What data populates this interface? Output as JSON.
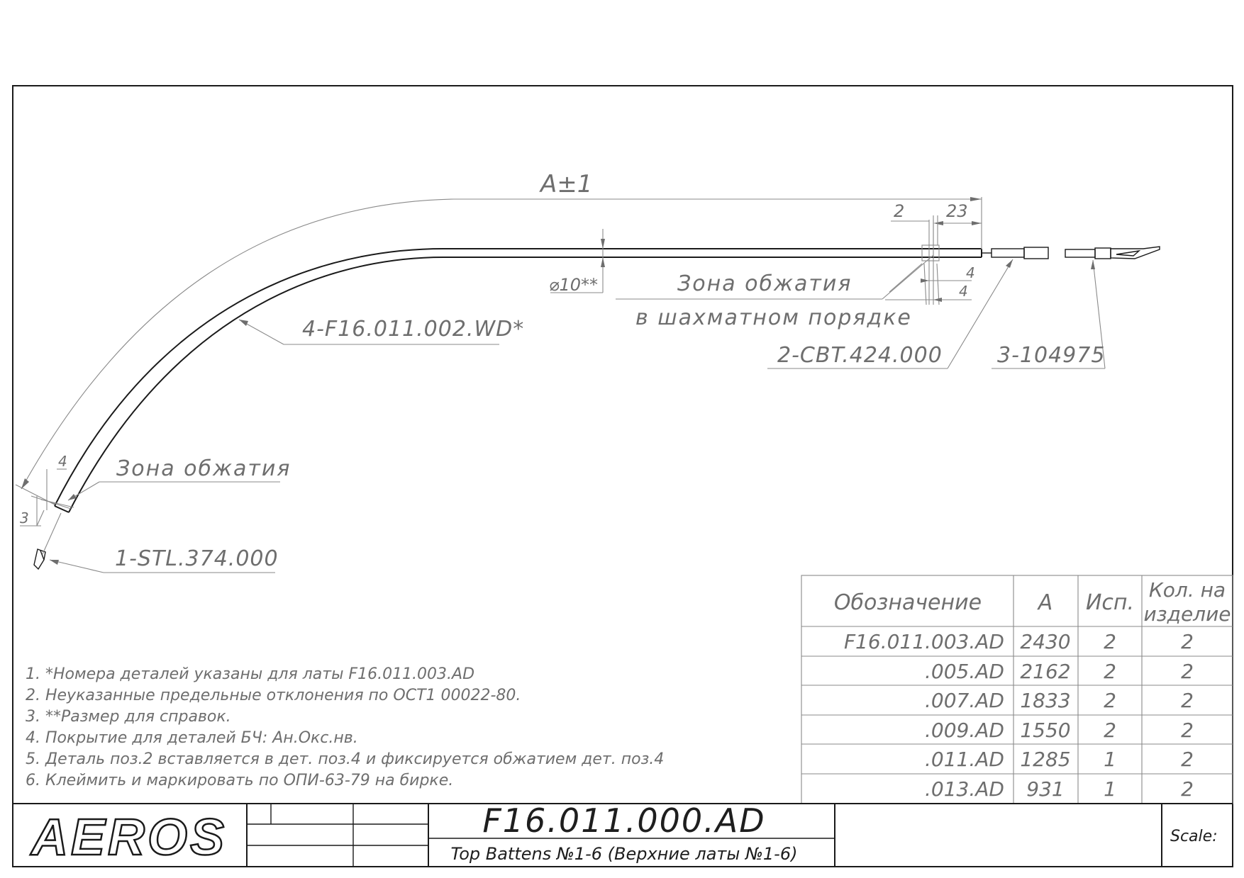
{
  "drawing": {
    "dimension_length": "A±1",
    "dim_2": "2",
    "dim_23": "23",
    "dim_diameter": "⌀10**",
    "dim_4a": "4",
    "dim_4b": "4",
    "dim_4c": "4",
    "dim_3": "3",
    "crimp_zone_1": "Зона обжатия",
    "crimp_zone_2": "в шахматном порядке",
    "crimp_zone_end": "Зона обжатия",
    "callout_tube": "4-F16.011.002.WD*",
    "callout_insert": "2-CBT.424.000",
    "callout_end": "3-104975",
    "callout_tip": "1-STL.374.000"
  },
  "notes": [
    "1. *Номера деталей указаны для латы F16.011.003.AD",
    "2. Неуказанные предельные отклонения по ОСТ1 00022-80.",
    "3. **Размер для справок.",
    "4. Покрытие для деталей БЧ:  Ан.Окс.нв.",
    "5. Деталь поз.2 вставляется в дет. поз.4 и фиксируется обжатием дет. поз.4",
    "6. Клеймить и маркировать по ОПИ-63-79 на бирке."
  ],
  "spec_table": {
    "headers": [
      "Обозначение",
      "A",
      "Исп.",
      "Кол. на",
      "изделие"
    ],
    "rows": [
      [
        "F16.011.003.AD",
        "2430",
        "2",
        "2"
      ],
      [
        ".005.AD",
        "2162",
        "2",
        "2"
      ],
      [
        ".007.AD",
        "1833",
        "2",
        "2"
      ],
      [
        ".009.AD",
        "1550",
        "2",
        "2"
      ],
      [
        ".011.AD",
        "1285",
        "1",
        "2"
      ],
      [
        ".013.AD",
        "931",
        "1",
        "2"
      ]
    ]
  },
  "title_block": {
    "logo": "AEROS",
    "drawing_number": "F16.011.000.AD",
    "drawing_title": "Top Battens №1-6 (Верхние латы №1-6)",
    "scale_label": "Scale:"
  }
}
